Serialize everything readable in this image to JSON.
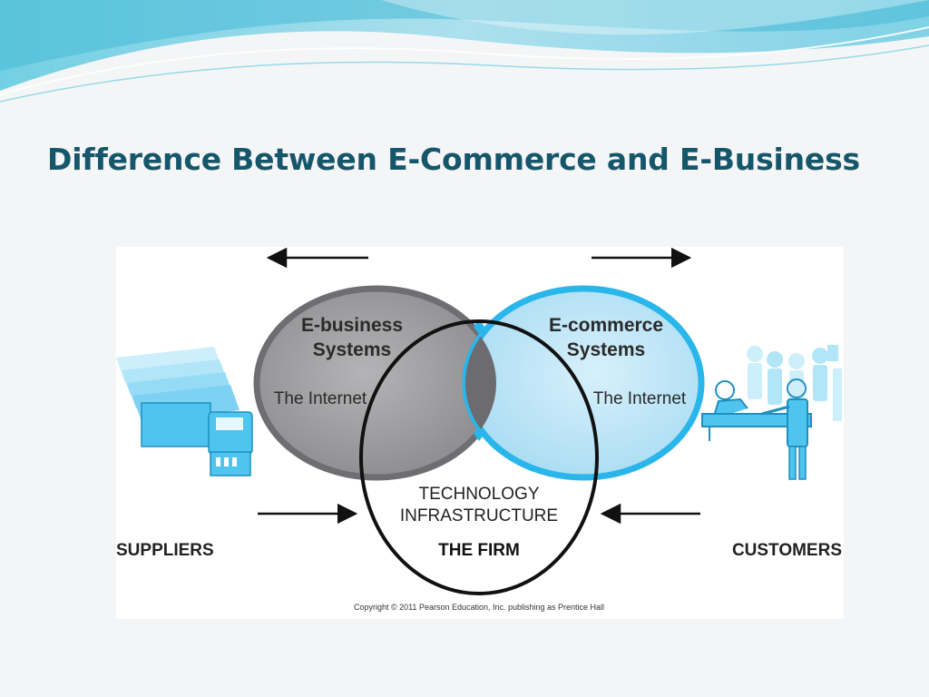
{
  "slide": {
    "title": "Difference Between E-Commerce and E-Business"
  },
  "diagram": {
    "ebusiness_circle": {
      "title_line1": "E-business",
      "title_line2": "Systems",
      "sublabel": "The Internet"
    },
    "ecommerce_circle": {
      "title_line1": "E-commerce",
      "title_line2": "Systems",
      "sublabel": "The Internet"
    },
    "firm_circle": {
      "line1": "TECHNOLOGY",
      "line2": "INFRASTRUCTURE",
      "name": "THE FIRM"
    },
    "suppliers_label": "SUPPLIERS",
    "customers_label": "CUSTOMERS",
    "copyright": "Copyright © 2011 Pearson Education, Inc. publishing as Prentice Hall"
  },
  "colors": {
    "title": "#16566b",
    "ebusiness_fill": "#9a9a9c",
    "ecommerce_fill": "#b9e4f7",
    "ecommerce_stroke": "#29b6ea",
    "overlap_fill": "#6c6c70",
    "icon_blue": "#4fc4ee"
  }
}
